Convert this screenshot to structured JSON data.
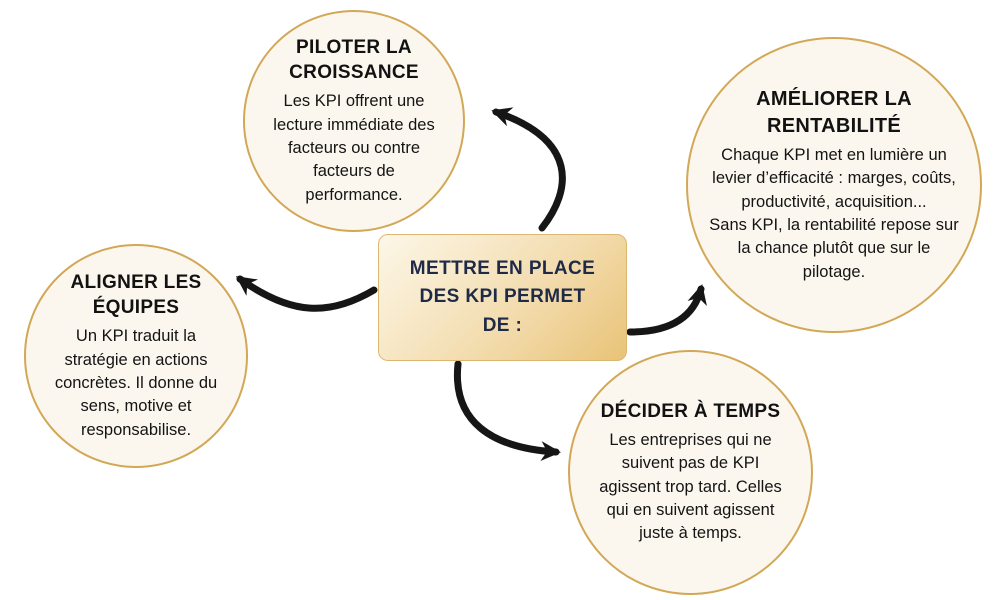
{
  "diagram": {
    "center": {
      "label": "METTRE EN PLACE DES KPI PERMET DE :"
    },
    "nodes": [
      {
        "id": "piloter-la-croissance",
        "title": "PILOTER LA CROISSANCE",
        "body": "Les KPI offrent une lecture immédiate des facteurs ou contre facteurs de performance."
      },
      {
        "id": "ameliorer-la-rentabilite",
        "title": "AMÉLIORER LA RENTABILITÉ",
        "body": "Chaque KPI met en lumière un levier d’efficacité : marges, coûts, productivité, acquisition...\nSans KPI, la rentabilité repose sur la chance plutôt que sur le pilotage."
      },
      {
        "id": "aligner-les-equipes",
        "title": "ALIGNER LES ÉQUIPES",
        "body": "Un KPI traduit la stratégie en actions concrètes. Il donne du sens, motive et responsabilise."
      },
      {
        "id": "decider-a-temps",
        "title": "DÉCIDER À TEMPS",
        "body": "Les entreprises qui ne suivent pas de KPI agissent trop tard. Celles qui en suivent agissent juste à temps."
      }
    ],
    "colors": {
      "bubble_fill": "#fcf7ee",
      "bubble_border": "#d2a857",
      "center_gradient_start": "#fdf7e8",
      "center_gradient_end": "#e9c378",
      "center_text": "#1e2a47",
      "arrow": "#161616",
      "body_text": "#141414"
    }
  }
}
